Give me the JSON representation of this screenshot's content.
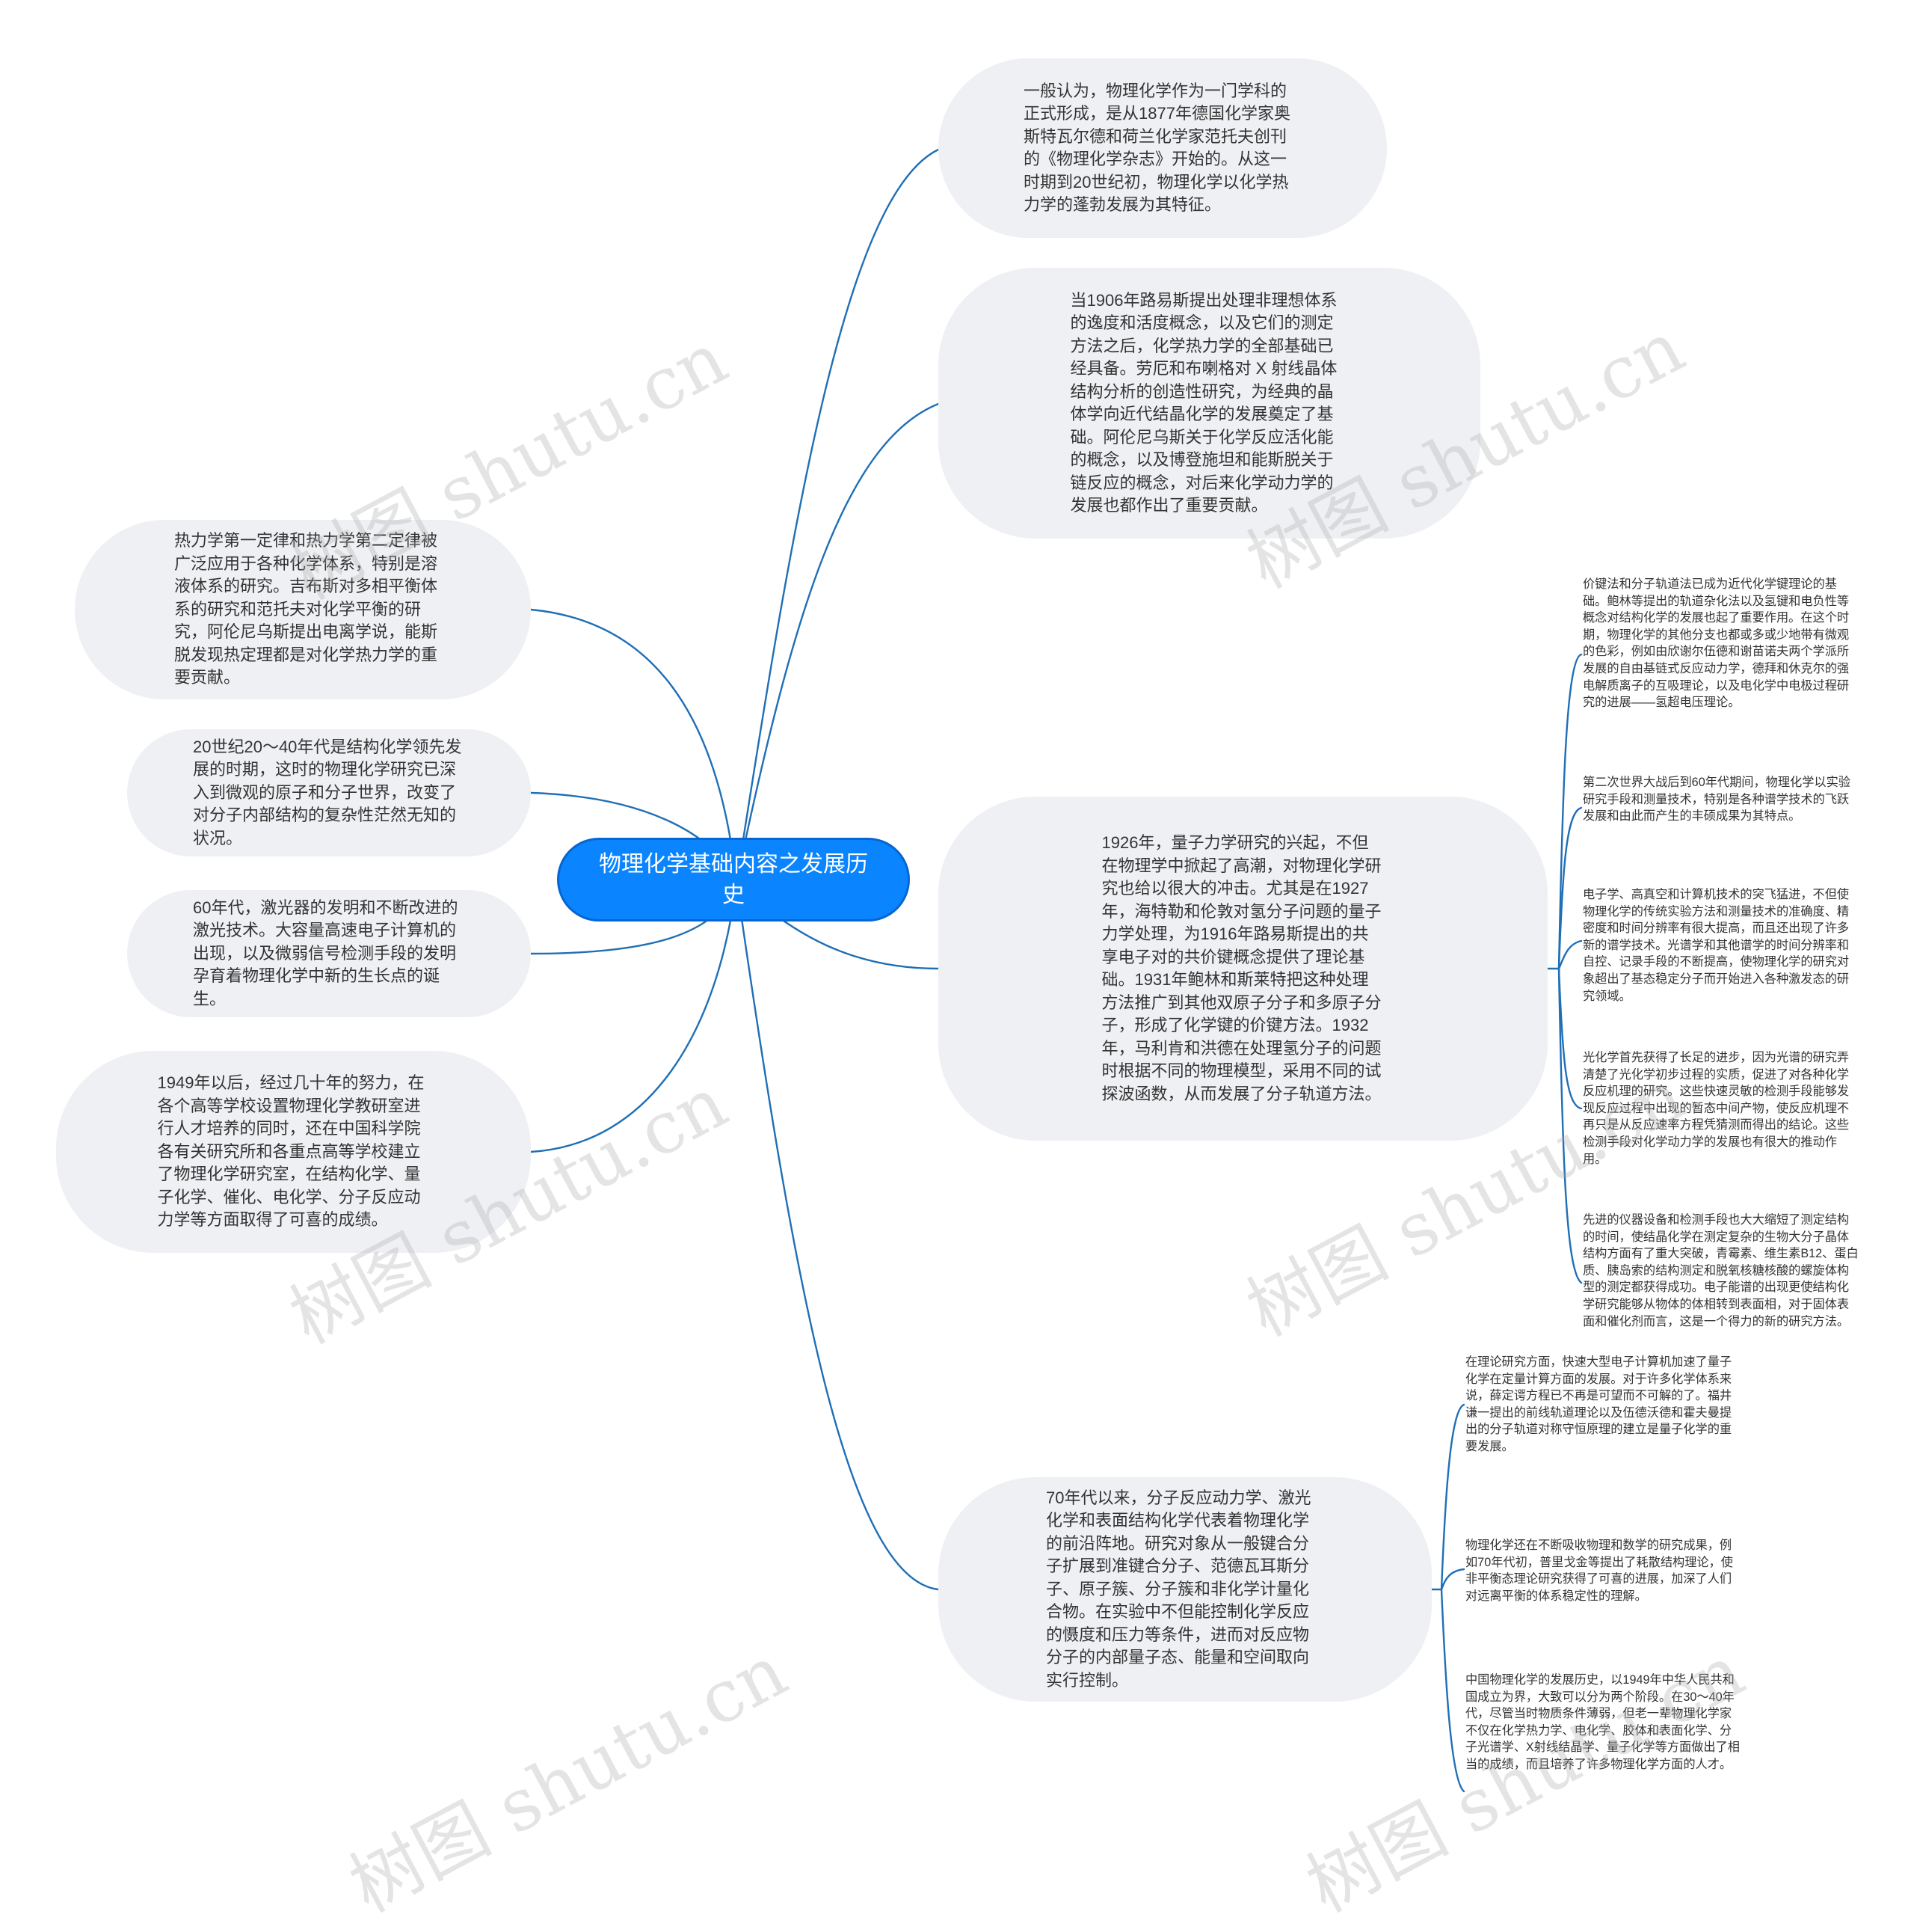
{
  "colors": {
    "root_fill": "#0a84ff",
    "bubble_fill": "#eef0f3",
    "edge": "#1f6fb6",
    "text": "#333333"
  },
  "root": {
    "title": "物理化学基础内容之发展历史"
  },
  "right": [
    {
      "text": "一般认为，物理化学作为一门学科的正式形成，是从1877年德国化学家奥斯特瓦尔德和荷兰化学家范托夫创刊的《物理化学杂志》开始的。从这一时期到20世纪初，物理化学以化学热力学的蓬勃发展为其特征。"
    },
    {
      "text": "当1906年路易斯提出处理非理想体系的逸度和活度概念，以及它们的测定方法之后，化学热力学的全部基础已经具备。劳厄和布喇格对 X 射线晶体结构分析的创造性研究，为经典的晶体学向近代结晶化学的发展奠定了基础。阿伦尼乌斯关于化学反应活化能的概念，以及博登施坦和能斯脱关于链反应的概念，对后来化学动力学的发展也都作出了重要贡献。"
    },
    {
      "text": "1926年，量子力学研究的兴起，不但在物理学中掀起了高潮，对物理化学研究也给以很大的冲击。尤其是在1927年，海特勒和伦敦对氢分子问题的量子力学处理，为1916年路易斯提出的共享电子对的共价键概念提供了理论基础。1931年鲍林和斯莱特把这种处理方法推广到其他双原子分子和多原子分子，形成了化学键的价键方法。1932年，马利肯和洪德在处理氢分子的问题时根据不同的物理模型，采用不同的试探波函数，从而发展了分子轨道方法。"
    },
    {
      "text": "70年代以来，分子反应动力学、激光化学和表面结构化学代表着物理化学的前沿阵地。研究对象从一般键合分子扩展到准键合分子、范德瓦耳斯分子、原子簇、分子簇和非化学计量化合物。在实验中不但能控制化学反应的慑度和压力等条件，进而对反应物分子的内部量子态、能量和空间取向实行控制。"
    }
  ],
  "left": [
    {
      "text": "热力学第一定律和热力学第二定律被广泛应用于各种化学体系，特别是溶液体系的研究。吉布斯对多相平衡体系的研究和范托夫对化学平衡的研究，阿伦尼乌斯提出电离学说，能斯脱发现热定理都是对化学热力学的重要贡献。"
    },
    {
      "text": "20世纪20～40年代是结构化学领先发展的时期，这时的物理化学研究已深入到微观的原子和分子世界，改变了对分子内部结构的复杂性茫然无知的状况。"
    },
    {
      "text": "60年代，激光器的发明和不断改进的激光技术。大容量高速电子计算机的出现，以及微弱信号检测手段的发明孕育着物理化学中新的生长点的诞生。"
    },
    {
      "text": "1949年以后，经过几十年的努力，在各个高等学校设置物理化学教研室进行人才培养的同时，还在中国科学院各有关研究所和各重点高等学校建立了物理化学研究室，在结构化学、量子化学、催化、电化学、分子反应动力学等方面取得了可喜的成绩。"
    }
  ],
  "leaves_quantum": [
    {
      "text": "价键法和分子轨道法已成为近代化学键理论的基础。鲍林等提出的轨道杂化法以及氢键和电负性等概念对结构化学的发展也起了重要作用。在这个时期，物理化学的其他分支也都或多或少地带有微观的色彩，例如由欣谢尔伍德和谢苗诺夫两个学派所发展的自由基链式反应动力学，德拜和休克尔的强电解质离子的互吸理论，以及电化学中电极过程研究的进展——氢超电压理论。"
    },
    {
      "text": "第二次世界大战后到60年代期间，物理化学以实验研究手段和测量技术，特别是各种谱学技术的飞跃发展和由此而产生的丰硕成果为其特点。"
    },
    {
      "text": "电子学、高真空和计算机技术的突飞猛进，不但使物理化学的传统实验方法和测量技术的准确度、精密度和时间分辨率有很大提高，而且还出现了许多新的谱学技术。光谱学和其他谱学的时间分辨率和自控、记录手段的不断提高，使物理化学的研究对象超出了基态稳定分子而开始进入各种激发态的研究领域。"
    },
    {
      "text": "光化学首先获得了长足的进步，因为光谱的研究弄清楚了光化学初步过程的实质，促进了对各种化学反应机理的研究。这些快速灵敏的检测手段能够发现反应过程中出现的暂态中间产物，使反应机理不再只是从反应速率方程凭猜测而得出的结论。这些检测手段对化学动力学的发展也有很大的推动作用。"
    },
    {
      "text": "先进的仪器设备和检测手段也大大缩短了测定结构的时间，使结晶化学在测定复杂的生物大分子晶体结构方面有了重大突破，青霉素、维生素B12、蛋白质、胰岛索的结构测定和脱氧核糖核酸的螺旋体构型的测定都获得成功。电子能谱的出现更使结构化学研究能够从物体的体相转到表面相，对于固体表面和催化剂而言，这是一个得力的新的研究方法。"
    }
  ],
  "leaves_seventies": [
    {
      "text": "在理论研究方面，快速大型电子计算机加速了量子化学在定量计算方面的发展。对于许多化学体系来说，薛定谔方程已不再是可望而不可解的了。福井谦一提出的前线轨道理论以及伍德沃德和霍夫曼提出的分子轨道对称守恒原理的建立是量子化学的重要发展。"
    },
    {
      "text": "物理化学还在不断吸收物理和数学的研究成果，例如70年代初，普里戈金等提出了耗散结构理论，使非平衡态理论研究获得了可喜的进展，加深了人们对远离平衡的体系稳定性的理解。"
    },
    {
      "text": "中国物理化学的发展历史，以1949年中华人民共和国成立为界，大致可以分为两个阶段。在30～40年代，尽管当时物质条件薄弱，但老一辈物理化学家不仅在化学热力学、电化学、胶体和表面化学、分子光谱学、X射线结晶学、量子化学等方面做出了相当的成绩，而且培养了许多物理化学方面的人才。"
    }
  ],
  "watermark": "树图 shutu.cn"
}
